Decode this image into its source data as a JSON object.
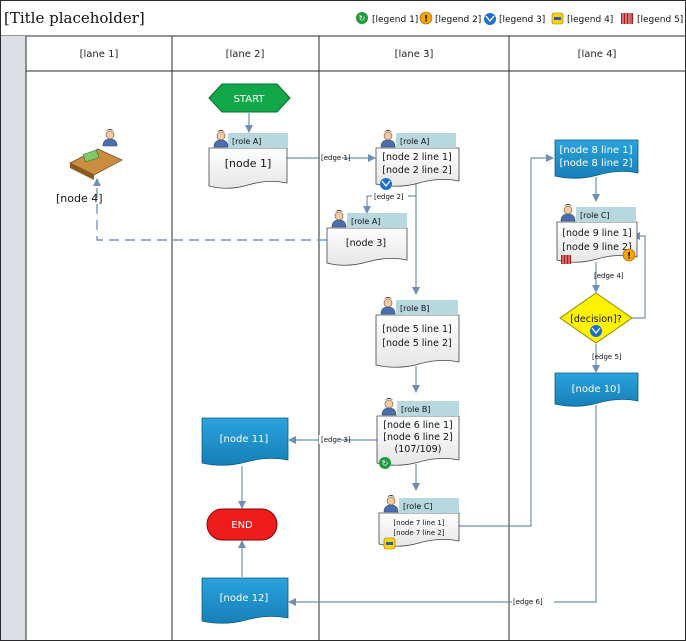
{
  "header": {
    "title": "[Title placeholder]",
    "legend": {
      "sap_posting": "[legend 1]",
      "warning": "[legend 2]",
      "flow_decision": "[legend 3]",
      "print_barcode": "[legend 4]",
      "scan_barcode": "[legend 5]"
    }
  },
  "lanes": [
    "[lane 1]",
    "[lane 2]",
    "[lane 3]",
    "[lane 4]"
  ],
  "nodes": {
    "start": "START",
    "end": "END",
    "purchase_order": {
      "role": "[role A]",
      "text": "[node 1]"
    },
    "arrival_check": {
      "role": "[role A]",
      "line1": "[node 2 line 1]",
      "line2": "[node 2 line 2]"
    },
    "recheck_commission": {
      "role": "[role A]",
      "text": "[node 3]"
    },
    "outside_recheck": "[node 4]",
    "inspection_record": {
      "role": "[role B]",
      "line1": "[node 5 line 1]",
      "line2": "[node 5 line 2]"
    },
    "receipt_confirm": {
      "role": "[role B]",
      "line1": "[node 6 line 1]",
      "line2": "[node 6 line 2]",
      "line3": "(107/109)"
    },
    "print_label": {
      "role": "[role C]",
      "line1": "[node 7 line 1]",
      "line2": "[node 7 line 2]"
    },
    "putaway_order": {
      "line1": "[node 8 line 1]",
      "line2": "[node 8 line 2]"
    },
    "scan_codes": {
      "role": "[role C]",
      "line1": "[node 9 line 1]",
      "line2": "[node 9 line 2]"
    },
    "putaway_done_q": "[decision]?",
    "putaway_record": "[node 10]",
    "create_voucher": "[node 11]",
    "update_location": "[node 12]"
  },
  "edges": {
    "interface_1": "[edge 1]",
    "outside_recheck_edge": "[edge 2]",
    "interface_2": "[edge 3]",
    "no_continue": "[edge 4]",
    "yes": "[edge 5]",
    "location_changed": "[edge 6]"
  },
  "colors": {
    "lane_border": "#2b2b2b",
    "left_strip": "#dcdfe6",
    "header_fill": "#ffffff",
    "role_tab": "#b8d8df",
    "doc_fill": "#f0f0f0",
    "blue_doc": "#1f8dc4",
    "start_green": "#12a84a",
    "end_red": "#ee1c1c",
    "decision_yellow": "#fff200",
    "arrow_blue": "#6e8fb3",
    "dash_blue": "#6f9bd1"
  }
}
